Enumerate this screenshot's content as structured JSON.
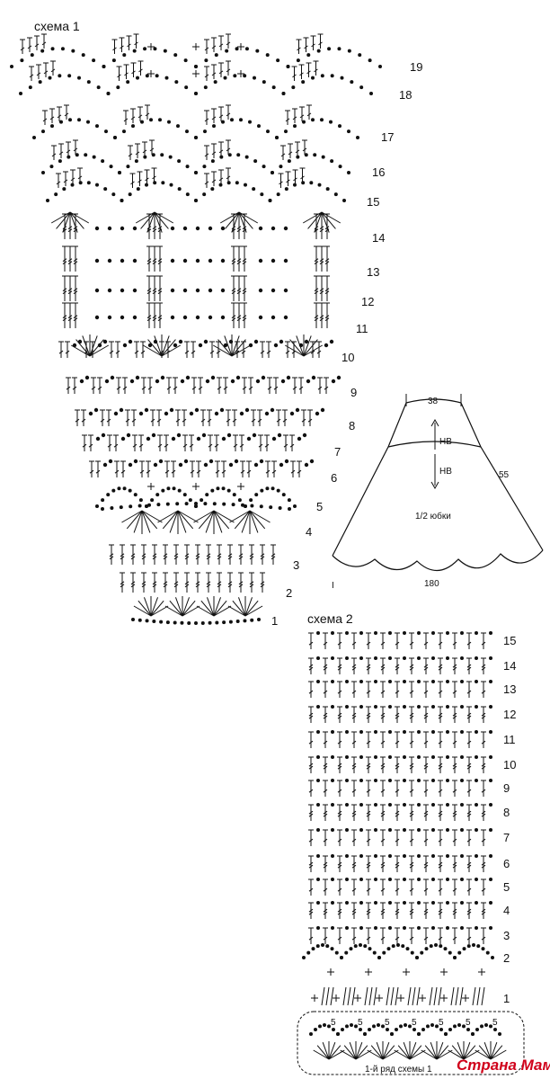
{
  "scheme1": {
    "title": "схема 1",
    "rows": [
      "1",
      "2",
      "3",
      "4",
      "5",
      "6",
      "7",
      "8",
      "9",
      "10",
      "11",
      "12",
      "13",
      "14",
      "15",
      "16",
      "17",
      "18",
      "19"
    ]
  },
  "skirt": {
    "waist": "38",
    "hb_top": "НВ",
    "hb_side": "НВ",
    "side_length": "55",
    "half_label": "1/2 юбки",
    "hem": "180"
  },
  "scheme2": {
    "title": "схема 2",
    "rows": [
      "1",
      "2",
      "3",
      "4",
      "5",
      "6",
      "7",
      "8",
      "9",
      "10",
      "11",
      "12",
      "13",
      "14",
      "15"
    ],
    "note": "1-й ряд схемы 1",
    "ring_number": "5"
  },
  "watermark": {
    "text": "Страна Мам"
  },
  "colors": {
    "ink": "#111111",
    "watermark": "#d0021b"
  }
}
